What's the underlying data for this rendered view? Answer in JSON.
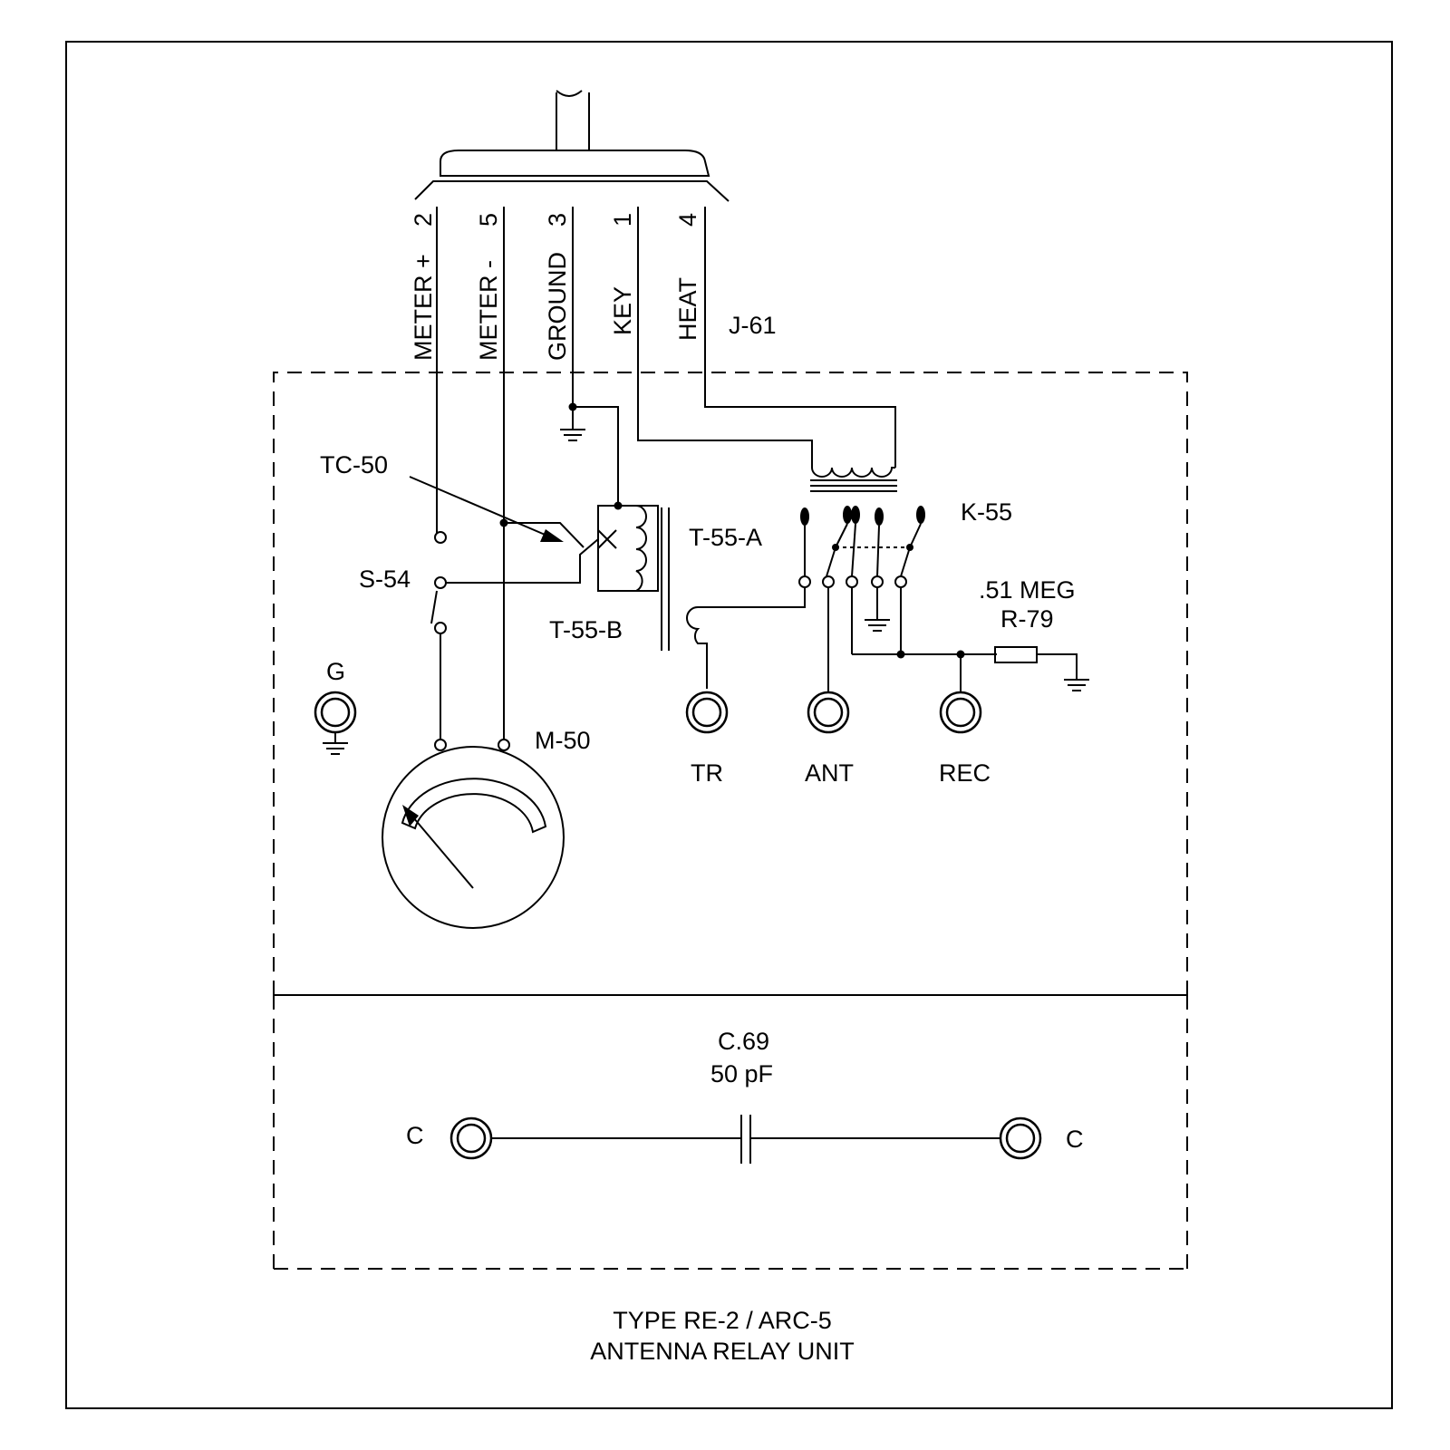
{
  "plug": {
    "pins": [
      {
        "num": "2",
        "name": "METER +"
      },
      {
        "num": "5",
        "name": "METER -"
      },
      {
        "num": "3",
        "name": "GROUND"
      },
      {
        "num": "1",
        "name": "KEY"
      },
      {
        "num": "4",
        "name": "HEAT"
      }
    ],
    "ref": "J-61"
  },
  "components": {
    "thermocouple": "TC-50",
    "switch": "S-54",
    "transformer_a": "T-55-A",
    "transformer_b": "T-55-B",
    "relay": "K-55",
    "resistor_value": ".51 MEG",
    "resistor_ref": "R-79",
    "meter": "M-50",
    "ground_jack": "G",
    "capacitor_ref": "C.69",
    "capacitor_value": "50 pF"
  },
  "jacks": {
    "tr": "TR",
    "ant": "ANT",
    "rec": "REC",
    "c_left": "C",
    "c_right": "C"
  },
  "caption": {
    "line1": "TYPE RE-2 / ARC-5",
    "line2": "ANTENNA RELAY UNIT"
  }
}
